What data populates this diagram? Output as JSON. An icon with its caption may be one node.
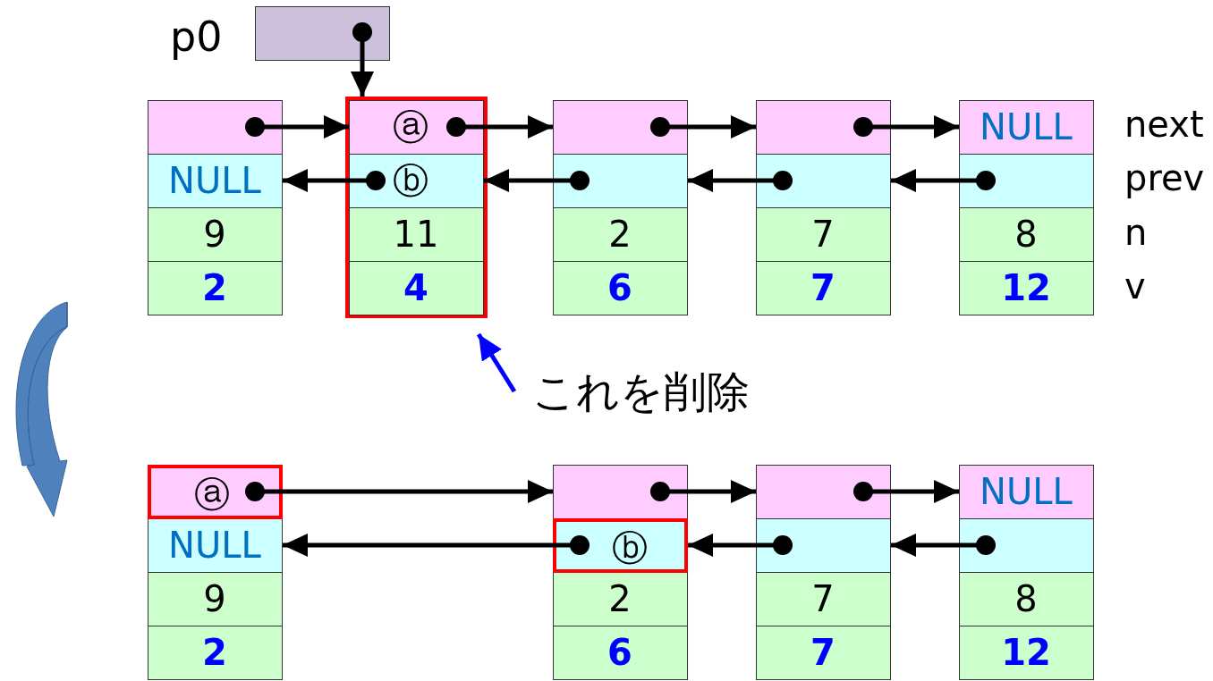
{
  "diagram": {
    "nodes": [
      {
        "text": [],
        "shape": "box",
        "beside": [
          "p0"
        ]
      },
      {
        "text": [],
        "shape": "box"
      },
      {
        "text": [
          "NULL"
        ]
      },
      {
        "text": [
          "9"
        ]
      },
      {
        "text": [
          "2"
        ]
      },
      {
        "text": [],
        "shape": "box"
      },
      {
        "text": [
          "ⓐ"
        ],
        "in": 5
      },
      {
        "text": [
          "ⓑ"
        ],
        "in": 5
      },
      {
        "text": [
          "11"
        ],
        "in": 5
      },
      {
        "text": [
          "4"
        ],
        "in": 5
      },
      {
        "text": [],
        "shape": "box"
      },
      {
        "text": [],
        "shape": "box"
      },
      {
        "text": [
          "2"
        ]
      },
      {
        "text": [
          "6"
        ]
      },
      {
        "text": [],
        "shape": "box"
      },
      {
        "text": [],
        "shape": "box"
      },
      {
        "text": [
          "7"
        ]
      },
      {
        "text": [
          "7"
        ]
      },
      {
        "text": [
          "NULL"
        ]
      },
      {
        "text": [],
        "shape": "box"
      },
      {
        "text": [
          "8"
        ]
      },
      {
        "text": [
          "12"
        ]
      },
      {
        "text": [
          "これを削除"
        ]
      },
      {
        "text": [
          "ⓐ"
        ]
      },
      {
        "text": [
          "NULL"
        ]
      },
      {
        "text": [
          "9"
        ]
      },
      {
        "text": [
          "2"
        ]
      },
      {
        "text": [],
        "shape": "box"
      },
      {
        "text": [
          "ⓑ"
        ]
      },
      {
        "text": [
          "2"
        ]
      },
      {
        "text": [
          "6"
        ]
      },
      {
        "text": [],
        "shape": "box"
      },
      {
        "text": [],
        "shape": "box"
      },
      {
        "text": [
          "7"
        ]
      },
      {
        "text": [
          "7"
        ]
      },
      {
        "text": [
          "NULL"
        ]
      },
      {
        "text": [],
        "shape": "box"
      },
      {
        "text": [
          "8"
        ]
      },
      {
        "text": [
          "12"
        ]
      }
    ],
    "edges": [
      {
        "from": 0,
        "to": 5,
        "arrow": "to"
      },
      {
        "from": 1,
        "to": 6,
        "arrow": "to"
      },
      {
        "from": 6,
        "to": 10,
        "arrow": "to"
      },
      {
        "from": 10,
        "to": 14,
        "arrow": "to"
      },
      {
        "from": 14,
        "to": 18,
        "arrow": "to"
      },
      {
        "from": 7,
        "to": 2,
        "arrow": "to"
      },
      {
        "from": 11,
        "to": 7,
        "arrow": "to"
      },
      {
        "from": 15,
        "to": 11,
        "arrow": "to"
      },
      {
        "from": 19,
        "to": 15,
        "arrow": "to"
      },
      {
        "from": 22,
        "to": 5,
        "arrow": "to",
        "color": "#0000ff"
      },
      {
        "from": 23,
        "to": 27,
        "arrow": "to"
      },
      {
        "from": 27,
        "to": 31,
        "arrow": "to"
      },
      {
        "from": 31,
        "to": 35,
        "arrow": "to"
      },
      {
        "from": 28,
        "to": 24,
        "arrow": "to"
      },
      {
        "from": 32,
        "to": 28,
        "arrow": "to"
      },
      {
        "from": 36,
        "to": 32,
        "arrow": "to"
      }
    ],
    "labels": [
      "next",
      "prev",
      "n",
      "v"
    ]
  }
}
